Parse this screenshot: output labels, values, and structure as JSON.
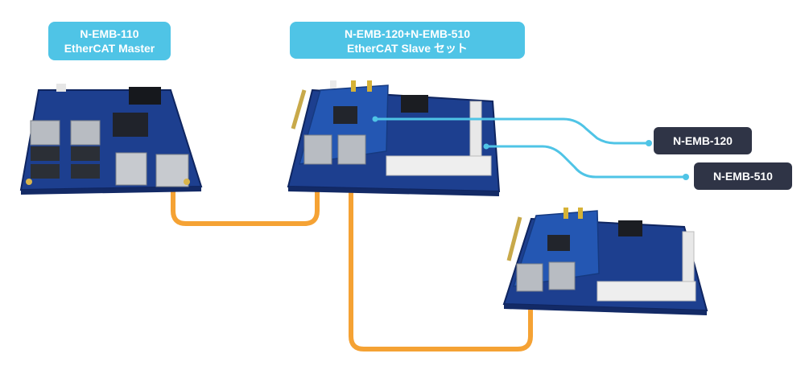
{
  "labels": {
    "master": {
      "line1": "N-EMB-110",
      "line2": "EtherCAT Master"
    },
    "slave_set": {
      "line1": "N-EMB-120+N-EMB-510",
      "line2": "EtherCAT Slave セット"
    }
  },
  "tags": {
    "board_a": "N-EMB-120",
    "board_b": "N-EMB-510"
  },
  "colors": {
    "label_bg": "#4fc4e6",
    "tag_bg": "#2f3446",
    "ethernet_cable": "#f5a234",
    "callout_line": "#4fc4e6",
    "pcb_blue": "#1d3f8f"
  }
}
